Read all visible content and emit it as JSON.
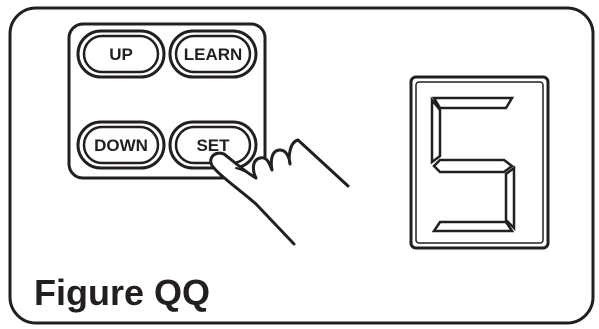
{
  "panel": {
    "buttons": {
      "up_label": "UP",
      "learn_label": "LEARN",
      "down_label": "DOWN",
      "set_label": "SET"
    }
  },
  "display": {
    "digit": "5"
  },
  "caption": "Figure QQ",
  "colors": {
    "line": "#231f20",
    "background": "#ffffff"
  },
  "icons": {
    "hand": "pointing-hand-icon",
    "digit": "seven-segment-digit"
  }
}
